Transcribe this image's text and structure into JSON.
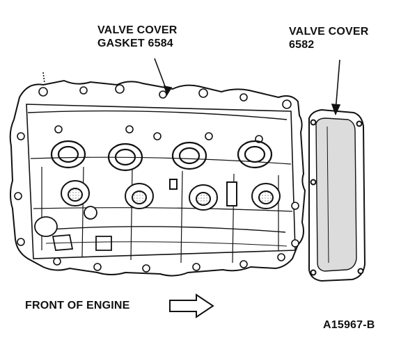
{
  "labels": {
    "gasket_line1": "VALVE COVER",
    "gasket_line2": "GASKET 6584",
    "cover_line1": "VALVE COVER",
    "cover_line2": "6582",
    "front": "FRONT OF ENGINE",
    "figure_id": "A15967-B"
  },
  "colors": {
    "ink": "#111111",
    "paper": "#ffffff",
    "shade": "#dcdcdc"
  },
  "icons": [
    "direction-arrow-icon"
  ]
}
